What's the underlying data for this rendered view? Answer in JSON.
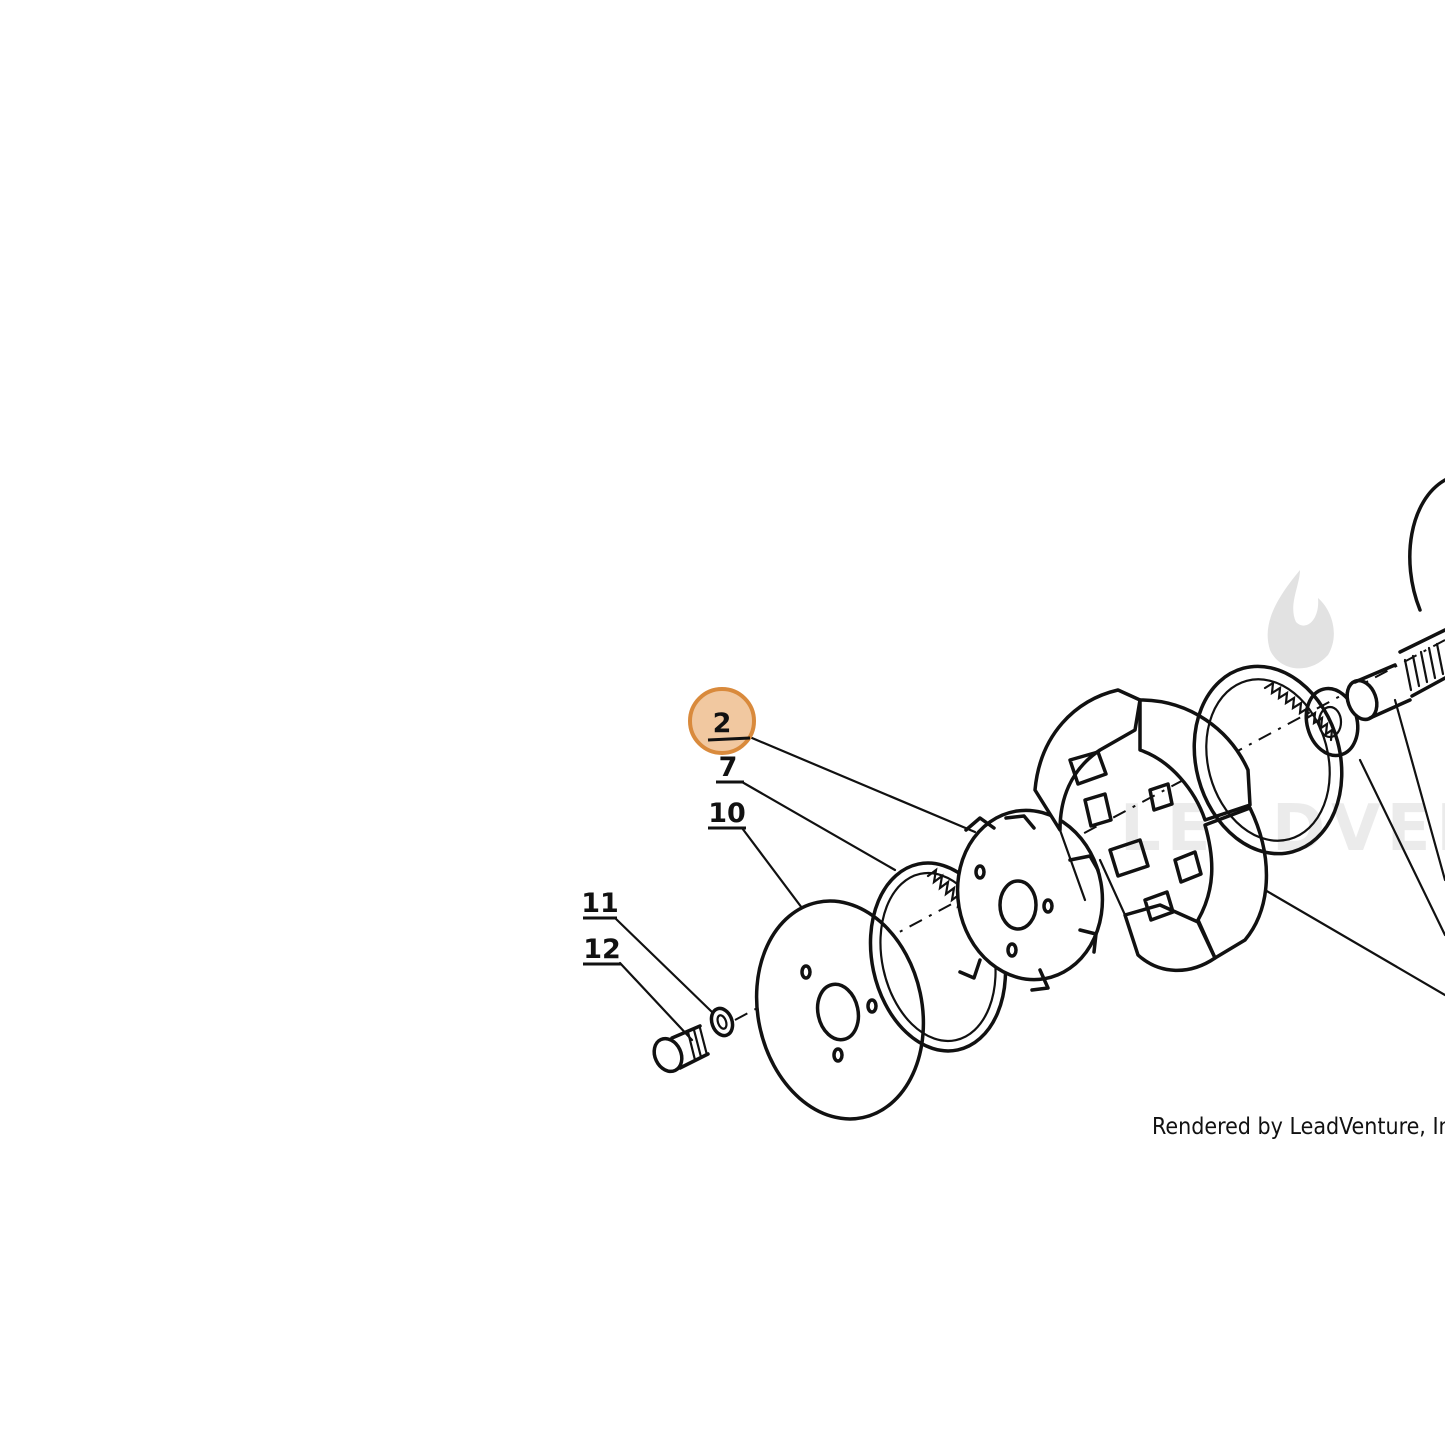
{
  "callouts": [
    {
      "id": "2",
      "label": "2",
      "highlighted": true
    },
    {
      "id": "7",
      "label": "7"
    },
    {
      "id": "10",
      "label": "10"
    },
    {
      "id": "11",
      "label": "11"
    },
    {
      "id": "12",
      "label": "12"
    }
  ],
  "credit": "Rendered by LeadVenture, Inc",
  "watermark": "LEADVENTURE",
  "colors": {
    "highlight_fill": "#f1c8a0",
    "highlight_stroke": "#d98a3c",
    "ink": "#111111",
    "watermark": "#dcdcdc"
  }
}
